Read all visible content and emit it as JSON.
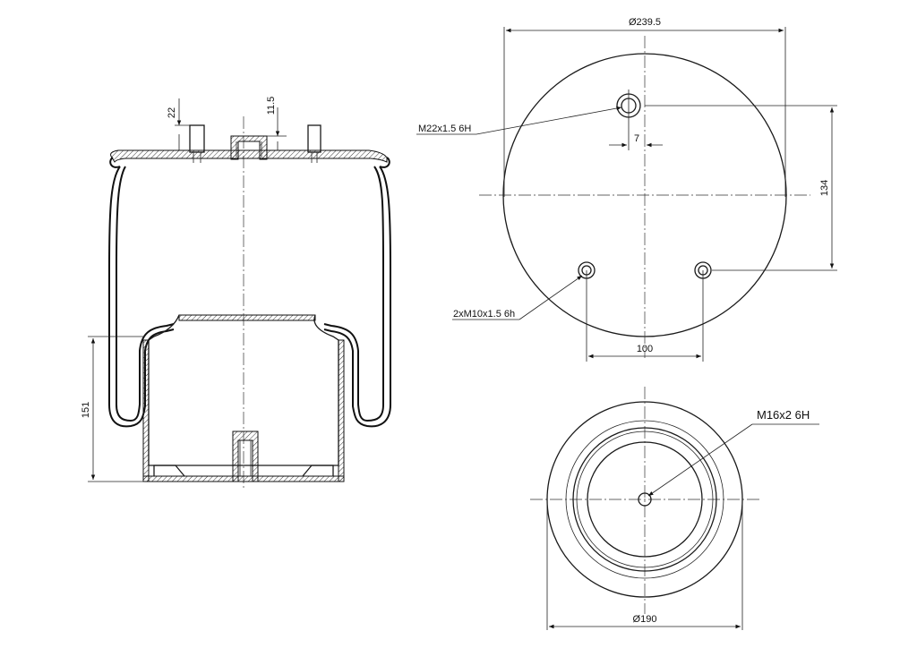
{
  "labels": {
    "dim_22": "22",
    "dim_11_5": "11.5",
    "dim_151": "151",
    "dim_d239": "Ø239.5",
    "dim_7": "7",
    "dim_134": "134",
    "dim_100": "100",
    "m22": "M22x1.5 6H",
    "m10": "2xM10x1.5 6h",
    "m16": "M16x2 6H",
    "dim_d190": "Ø190"
  }
}
